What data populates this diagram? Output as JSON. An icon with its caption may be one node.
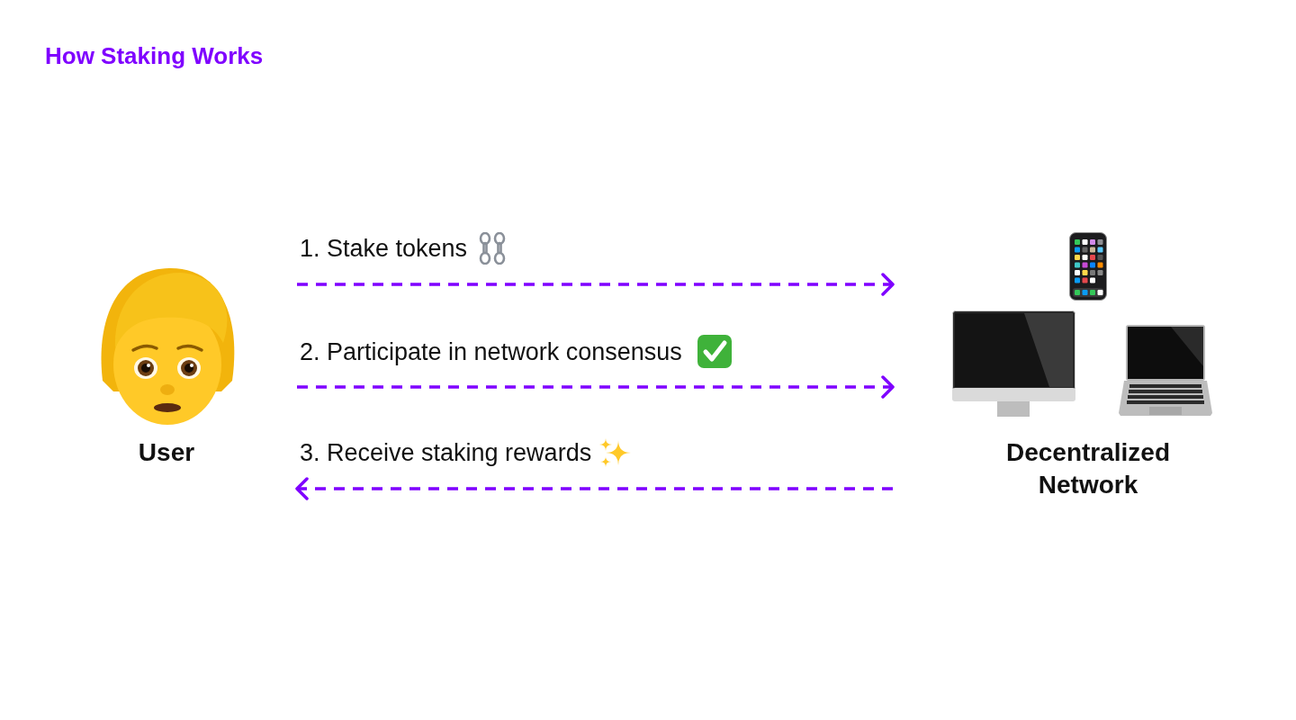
{
  "diagram": {
    "title": "How Staking Works",
    "nodes": [
      {
        "text": [
          "User"
        ]
      },
      {
        "text": [
          "Decentralized Network"
        ]
      }
    ],
    "edges": [
      {
        "from": 0,
        "to": 1,
        "label": "1. Stake tokens",
        "arrow": "to",
        "style": "dashed"
      },
      {
        "from": 0,
        "to": 1,
        "label": "2. Participate in network consensus",
        "arrow": "to",
        "style": "dashed"
      },
      {
        "from": 1,
        "to": 0,
        "label": "3. Receive staking rewards",
        "arrow": "to",
        "style": "dashed"
      }
    ]
  }
}
